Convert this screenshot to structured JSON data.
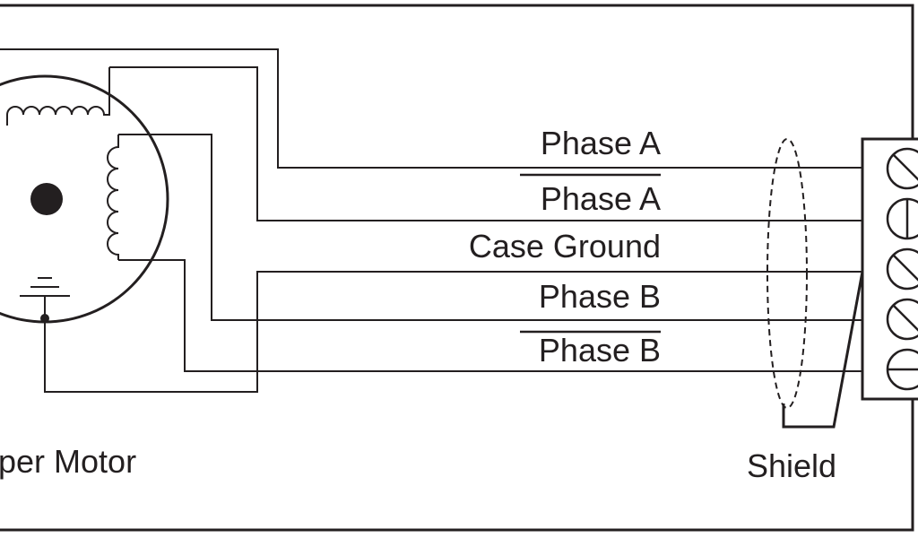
{
  "labels": {
    "phase_a": "Phase A",
    "phase_a_bar": "Phase A",
    "case_ground": "Case Ground",
    "phase_b": "Phase B",
    "phase_b_bar": "Phase B",
    "motor": "per Motor",
    "shield": "Shield"
  },
  "colors": {
    "ink": "#231f20",
    "background": "#ffffff"
  }
}
